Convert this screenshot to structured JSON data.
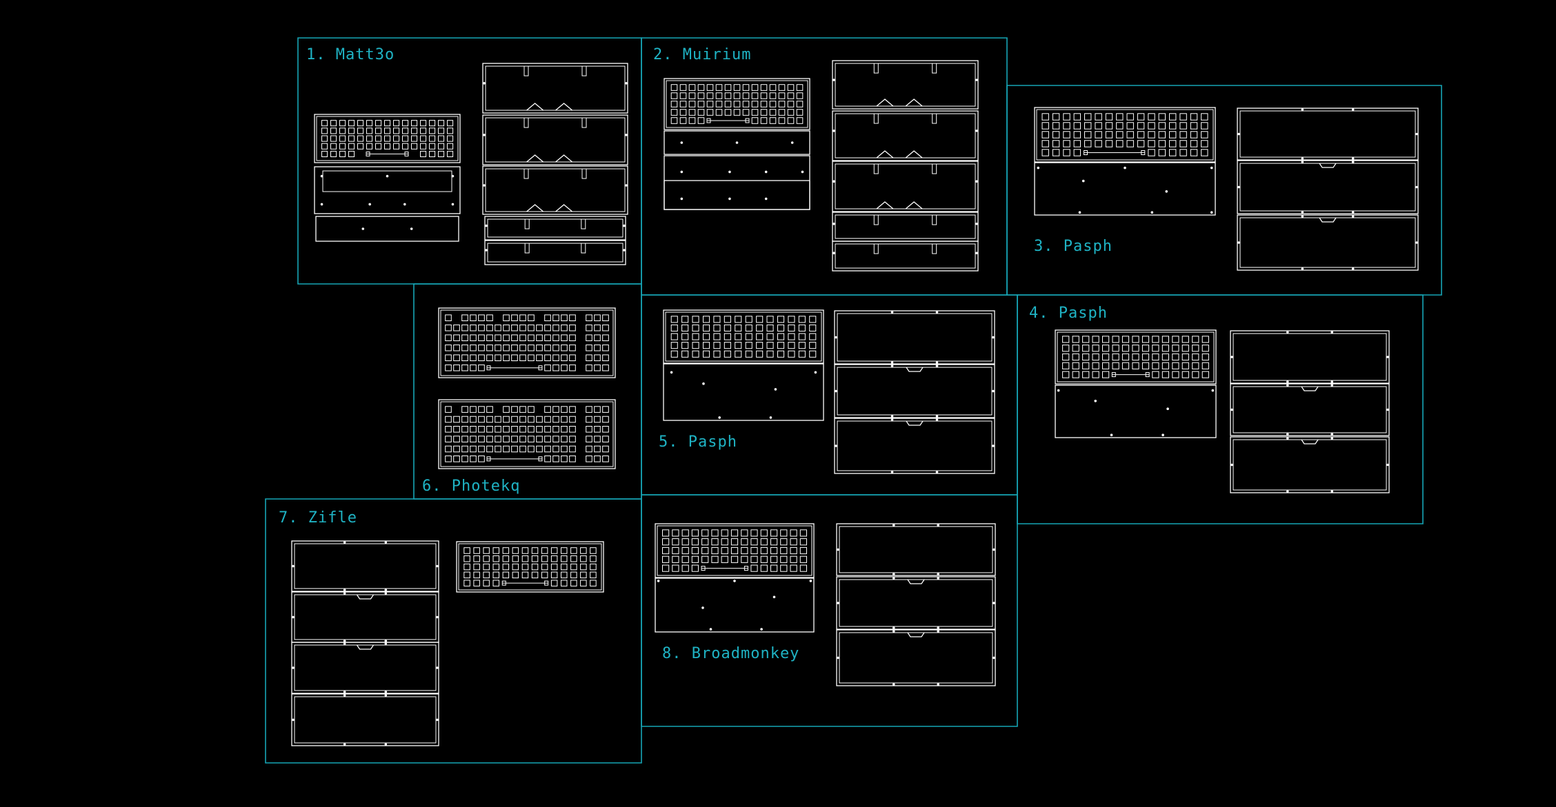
{
  "colors": {
    "background": "#000000",
    "frame": "#16a6b6",
    "label": "#1fb3c4",
    "line": "#ffffff"
  },
  "panels": [
    {
      "id": "p1",
      "label": "1. Matt3o"
    },
    {
      "id": "p2",
      "label": "2. Muirium"
    },
    {
      "id": "p3",
      "label": "3. Pasph"
    },
    {
      "id": "p4",
      "label": "4. Pasph"
    },
    {
      "id": "p5",
      "label": "5. Pasph"
    },
    {
      "id": "p6",
      "label": "6. Photekq"
    },
    {
      "id": "p7",
      "label": "7. Zifle"
    },
    {
      "id": "p8",
      "label": "8. Broadmonkey"
    }
  ]
}
